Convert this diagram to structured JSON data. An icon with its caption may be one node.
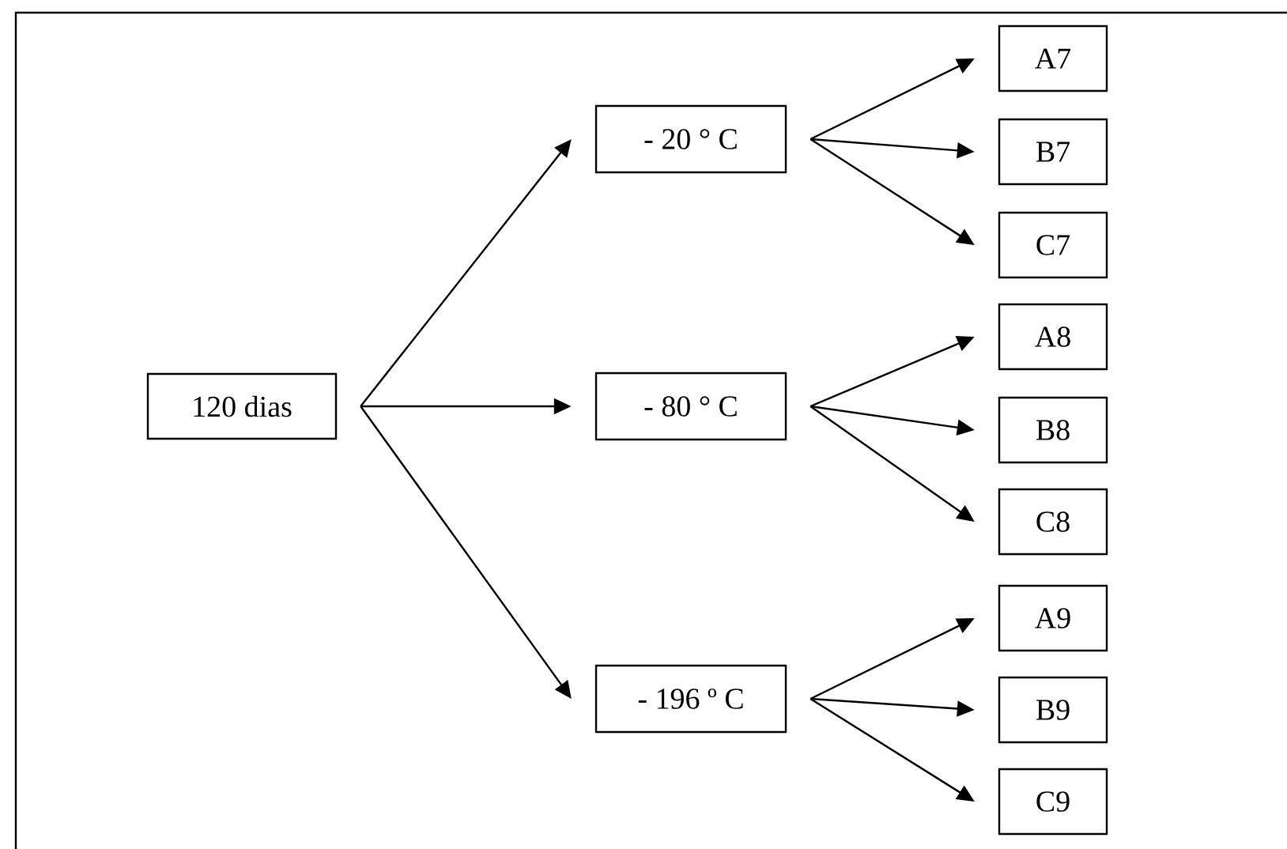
{
  "diagram": {
    "nodes": [
      {
        "text": [
          "120 dias"
        ]
      },
      {
        "text": [
          "- 20 ° C"
        ]
      },
      {
        "text": [
          "- 80 ° C"
        ]
      },
      {
        "text": [
          "- 196 º C"
        ]
      },
      {
        "text": [
          "A7"
        ]
      },
      {
        "text": [
          "B7"
        ]
      },
      {
        "text": [
          "C7"
        ]
      },
      {
        "text": [
          "A8"
        ]
      },
      {
        "text": [
          "B8"
        ]
      },
      {
        "text": [
          "C8"
        ]
      },
      {
        "text": [
          "A9"
        ]
      },
      {
        "text": [
          "B9"
        ]
      },
      {
        "text": [
          "C9"
        ]
      }
    ],
    "edges": [
      {
        "from": 0,
        "to": 1,
        "arrow": "to"
      },
      {
        "from": 0,
        "to": 2,
        "arrow": "to"
      },
      {
        "from": 0,
        "to": 3,
        "arrow": "to"
      },
      {
        "from": 1,
        "to": 4,
        "arrow": "to"
      },
      {
        "from": 1,
        "to": 5,
        "arrow": "to"
      },
      {
        "from": 1,
        "to": 6,
        "arrow": "to"
      },
      {
        "from": 2,
        "to": 7,
        "arrow": "to"
      },
      {
        "from": 2,
        "to": 8,
        "arrow": "to"
      },
      {
        "from": 2,
        "to": 9,
        "arrow": "to"
      },
      {
        "from": 3,
        "to": 10,
        "arrow": "to"
      },
      {
        "from": 3,
        "to": 11,
        "arrow": "to"
      },
      {
        "from": 3,
        "to": 12,
        "arrow": "to"
      }
    ]
  }
}
